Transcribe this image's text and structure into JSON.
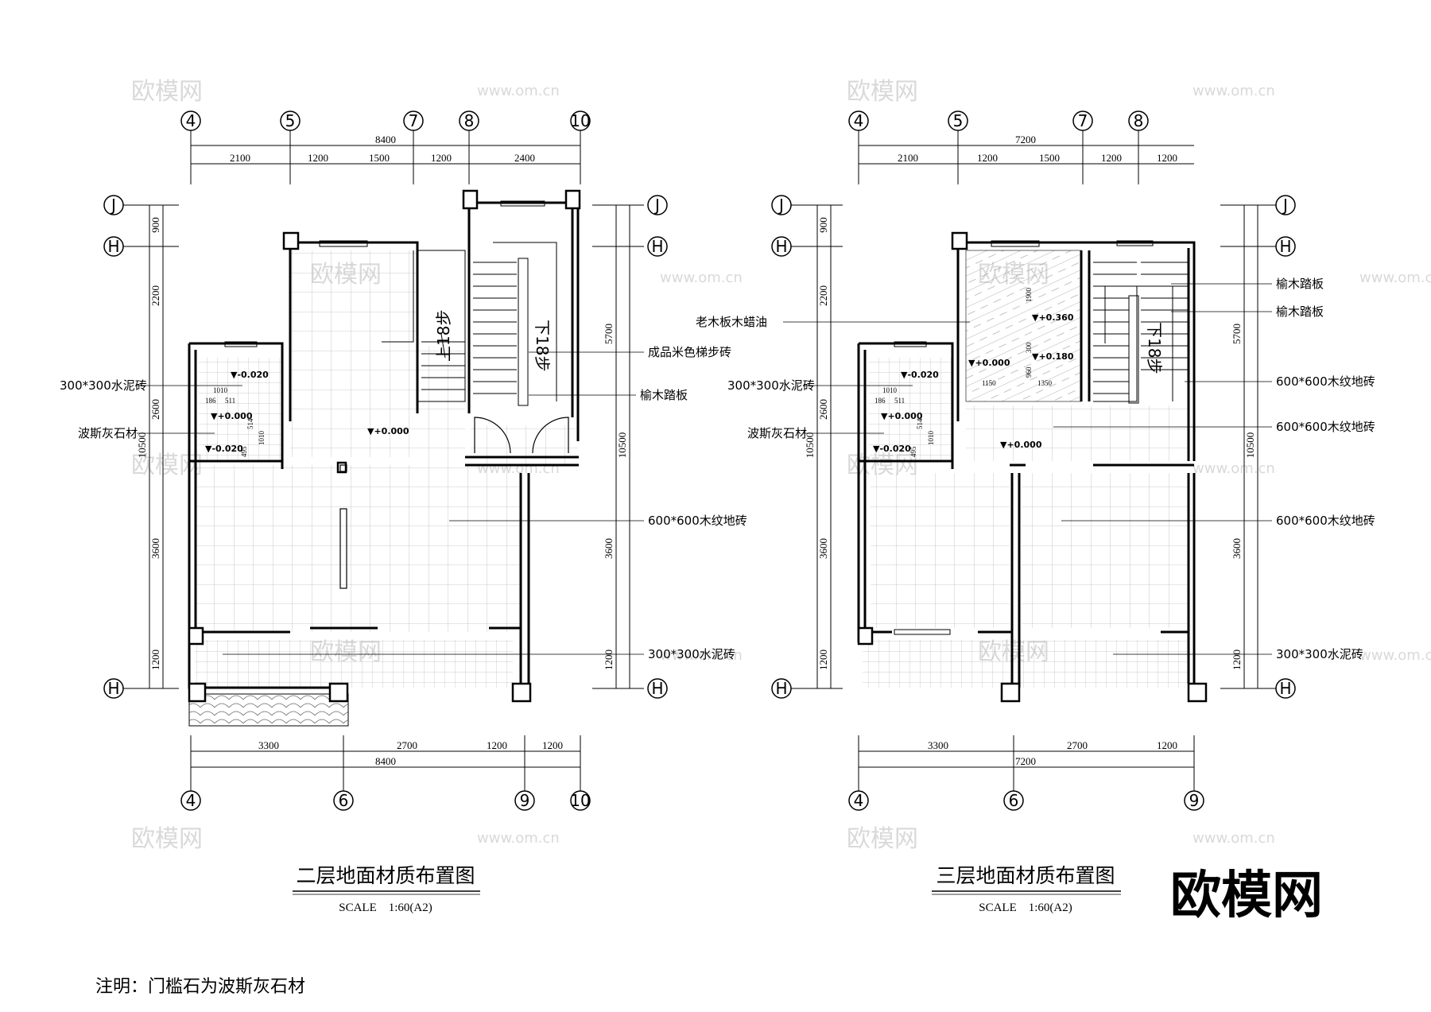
{
  "watermark": {
    "logo": "欧模网",
    "url": "www.om.cn"
  },
  "brand_mark": "欧模网",
  "note": "注明：门槛石为波斯灰石材",
  "plan2": {
    "title": "二层地面材质布置图",
    "scale": "SCALE　1:60(A2)",
    "top_axes": [
      "4",
      "5",
      "7",
      "8",
      "10"
    ],
    "bottom_axes": [
      "4",
      "6",
      "9",
      "10"
    ],
    "side_axes": [
      "J",
      "H",
      "H"
    ],
    "top_total": "8400",
    "top_dims": [
      "2100",
      "1200",
      "1500",
      "1200",
      "2400"
    ],
    "bottom_dims": [
      "3300",
      "2700",
      "1200",
      "1200"
    ],
    "bottom_total": "8400",
    "left_dims": [
      "900",
      "2200",
      "2600",
      "3600",
      "1200"
    ],
    "left_total": "10500",
    "right_dims": [
      "5700",
      "3600",
      "1200"
    ],
    "right_total": "10500",
    "labels_left": [
      "300*300水泥砖",
      "波斯灰石材"
    ],
    "labels_right": [
      "成品米色梯步砖",
      "榆木踏板",
      "600*600木纹地砖",
      "300*300水泥砖"
    ],
    "elevations": [
      "▼-0.020",
      "▼+0.000",
      "▼-0.020",
      "▼+0.000"
    ],
    "stair_up": "上18步",
    "stair_down": "下18步",
    "small_dims": [
      "1010",
      "186",
      "511",
      "514",
      "1010",
      "495"
    ]
  },
  "plan3": {
    "title": "三层地面材质布置图",
    "scale": "SCALE　1:60(A2)",
    "top_axes": [
      "4",
      "5",
      "7",
      "8"
    ],
    "bottom_axes": [
      "4",
      "6",
      "9"
    ],
    "side_axes": [
      "J",
      "H",
      "H"
    ],
    "top_total": "7200",
    "top_dims": [
      "2100",
      "1200",
      "1500",
      "1200",
      "1200"
    ],
    "bottom_dims": [
      "3300",
      "2700",
      "1200"
    ],
    "bottom_total": "7200",
    "left_dims": [
      "900",
      "2200",
      "2600",
      "3600",
      "1200"
    ],
    "left_total": "10500",
    "right_dims": [
      "5700",
      "3600",
      "1200"
    ],
    "right_total": "10500",
    "labels_left": [
      "老木板木蜡油",
      "300*300水泥砖",
      "波斯灰石材"
    ],
    "labels_right": [
      "榆木踏板",
      "榆木踏板",
      "600*600木纹地砖",
      "600*600木纹地砖",
      "600*600木纹地砖",
      "300*300水泥砖"
    ],
    "elevations": [
      "▼+0.360",
      "▼+0.180",
      "▼+0.000",
      "▼-0.020",
      "▼+0.000",
      "▼-0.020",
      "▼+0.000"
    ],
    "stair_down": "下18步",
    "small_dims": [
      "1010",
      "186",
      "511",
      "514",
      "1010",
      "495",
      "1150",
      "1350",
      "1900",
      "300",
      "960"
    ]
  }
}
